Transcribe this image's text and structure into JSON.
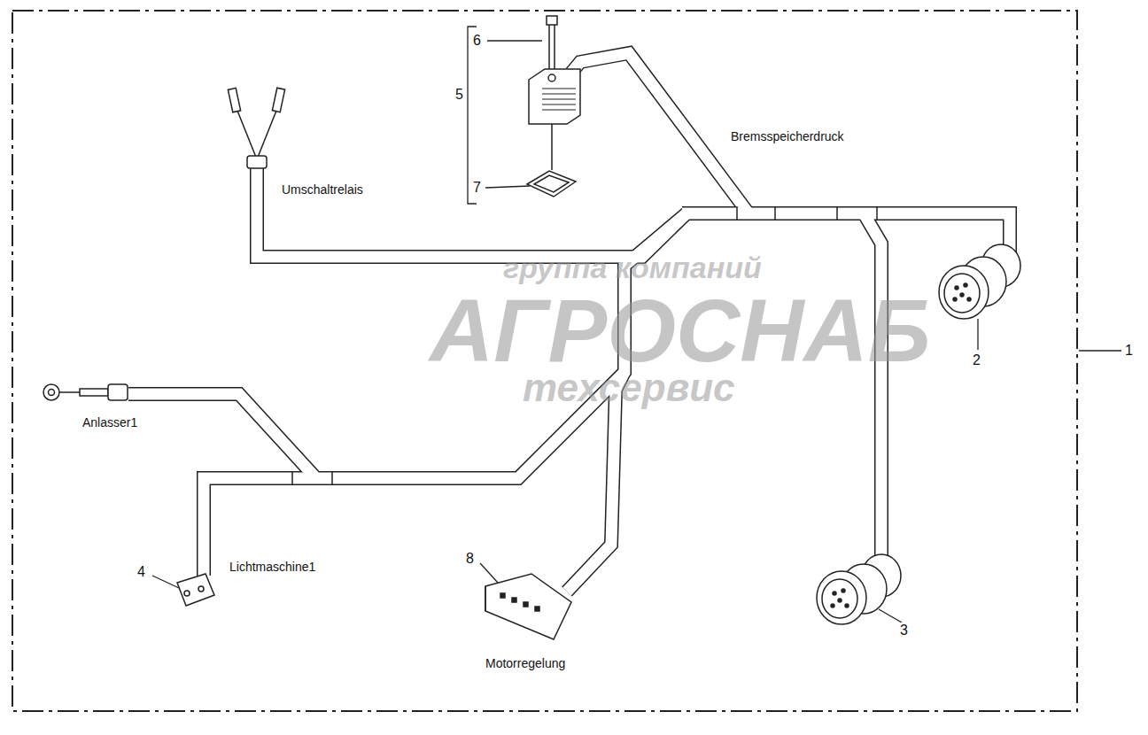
{
  "diagram": {
    "labels": [
      "6",
      "5",
      "7",
      "Bremsspeicherdruck",
      "Umschaltrelais",
      "группа компаний",
      "АГРОСНАБ",
      "техсервис",
      "1",
      "2",
      "Anlasser1",
      "Lichtmaschine1",
      "4",
      "8",
      "3",
      "Motorregelung"
    ]
  }
}
